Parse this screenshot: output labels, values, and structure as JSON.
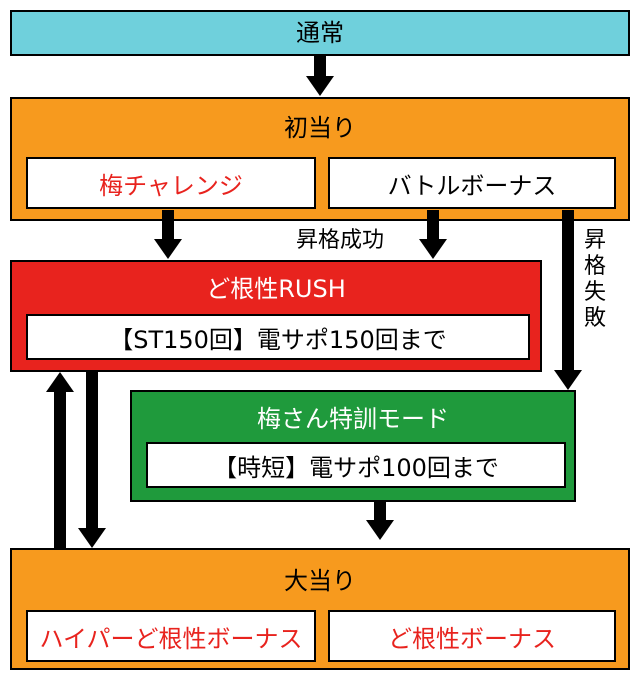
{
  "colors": {
    "normal": "#6fd0dc",
    "orange": "#f79a1e",
    "red": "#e8231e",
    "green": "#1f9a3c",
    "red_text": "#e8231e"
  },
  "normal": {
    "title": "通常"
  },
  "first_hit": {
    "title": "初当り",
    "left_box": "梅チャレンジ",
    "right_box": "バトルボーナス"
  },
  "promotion_success": "昇格成功",
  "promotion_fail": [
    "昇",
    "格",
    "失",
    "敗"
  ],
  "rush": {
    "title": "ど根性RUSH",
    "detail": "【ST150回】電サポ150回まで"
  },
  "training": {
    "title": "梅さん特訓モード",
    "detail": "【時短】電サポ100回まで"
  },
  "big_hit": {
    "title": "大当り",
    "left_box": "ハイパーど根性ボーナス",
    "right_box": "ど根性ボーナス"
  }
}
